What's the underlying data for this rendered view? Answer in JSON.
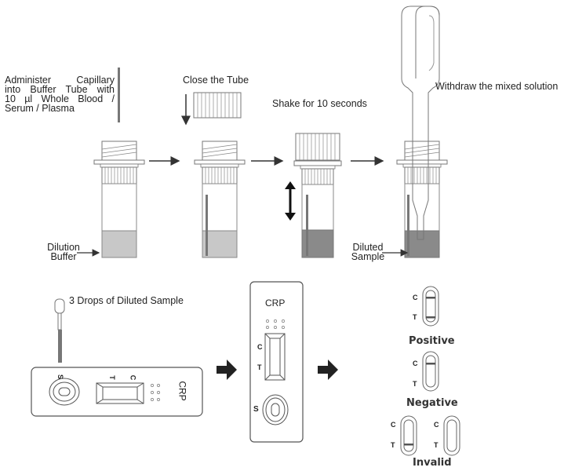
{
  "steps": {
    "step1": {
      "label_lines": [
        "Administer Capillary",
        "into Buffer Tube with",
        "10 µl Whole Blood /",
        "Serum / Plasma"
      ],
      "tube_label": [
        "Dilution",
        "Buffer"
      ]
    },
    "step2": {
      "label": "Close the Tube"
    },
    "step3": {
      "label": "Shake for 10 seconds"
    },
    "step4": {
      "label": "Withdraw the mixed solution",
      "tube_label": [
        "Diluted",
        "Sample"
      ]
    },
    "step5": {
      "label": "3 Drops of Diluted Sample"
    }
  },
  "cassette_horizontal": {
    "name": "CRP",
    "t": "T",
    "c": "C",
    "s": "S"
  },
  "cassette_vertical": {
    "name": "CRP",
    "c": "C",
    "t": "T",
    "s": "S"
  },
  "results": [
    {
      "label": "Positive",
      "c": "C",
      "t": "T",
      "c_line": true,
      "t_line": true
    },
    {
      "label": "Negative",
      "c": "C",
      "t": "T",
      "c_line": true,
      "t_line": false
    },
    {
      "label": "Invalid",
      "c": "C",
      "t": "T",
      "c_line": false,
      "t_line": true
    },
    {
      "label": "",
      "c": "C",
      "t": "T",
      "c_line": false,
      "t_line": false
    }
  ],
  "colors": {
    "buffer": "#c8c8c8",
    "diluted_sample": "#8a8a8a",
    "line": "#555555",
    "arrow": "#333333"
  }
}
